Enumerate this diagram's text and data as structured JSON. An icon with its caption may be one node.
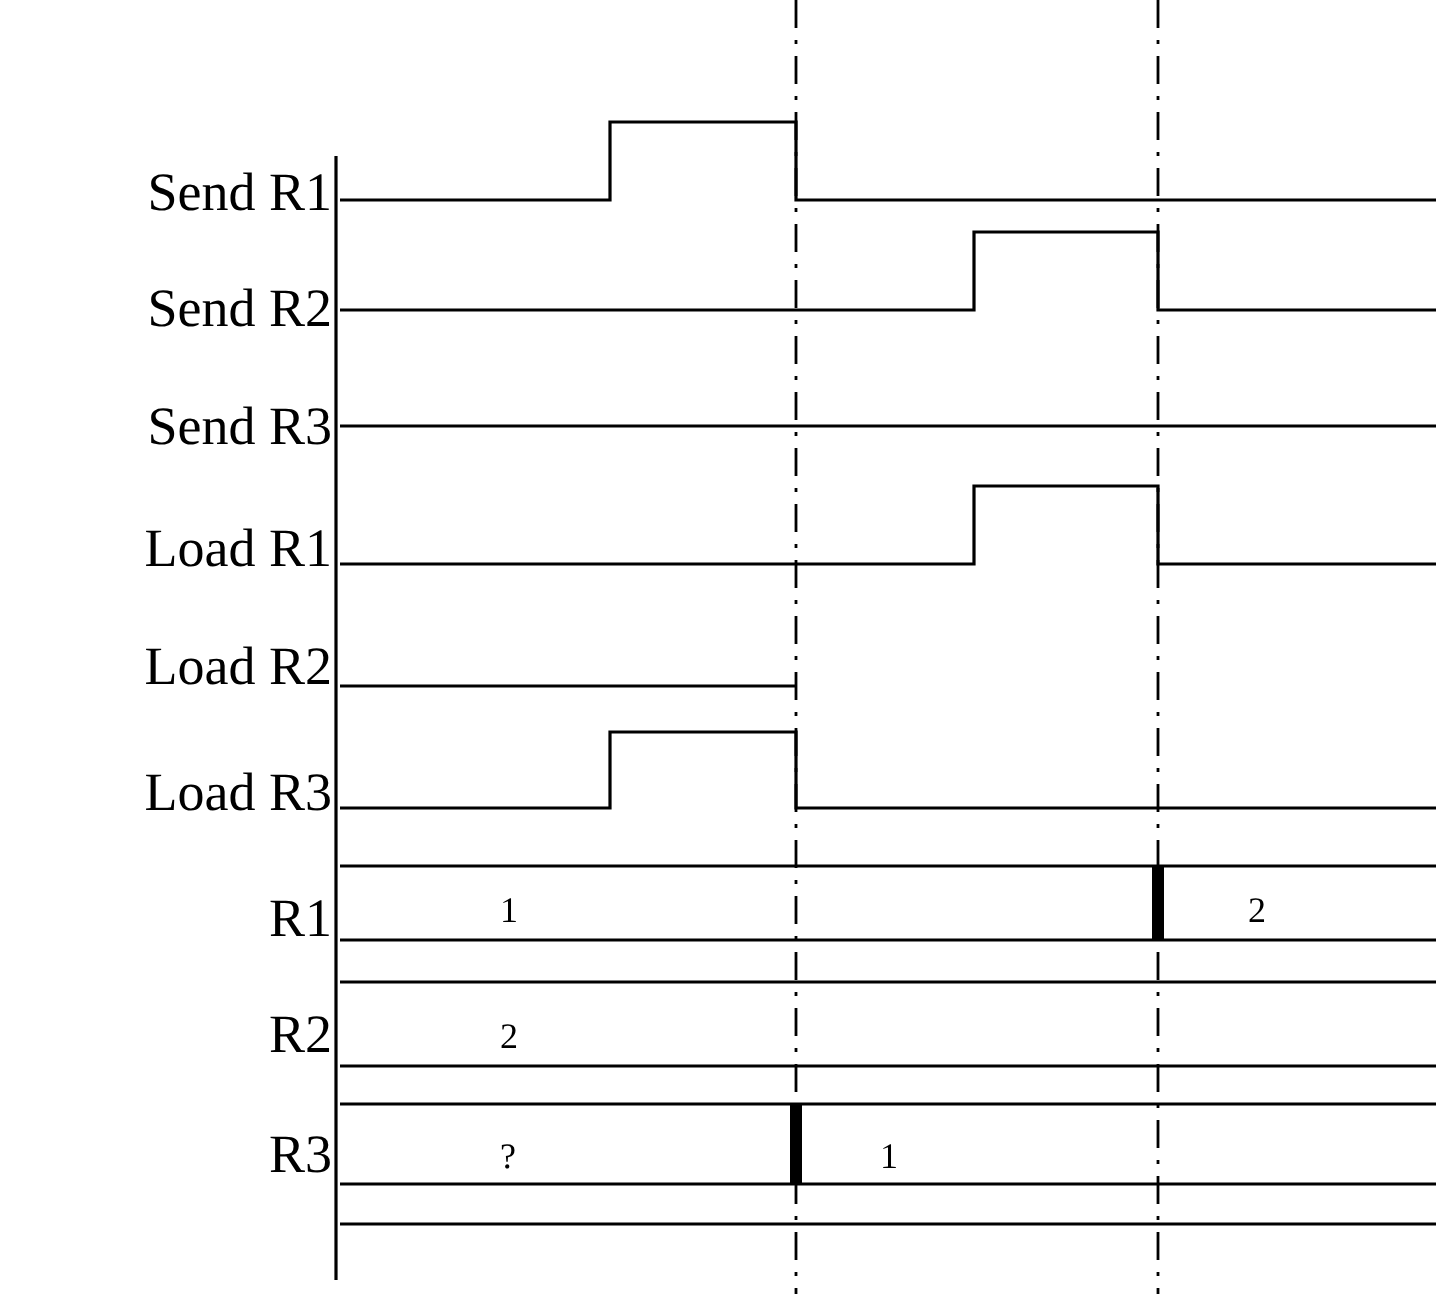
{
  "diagram": {
    "labels": [
      "Send R1",
      "Send R2",
      "Send R3",
      "Load R1",
      "Load R2",
      "Load R3",
      "R1",
      "1",
      "2",
      "R2",
      "2",
      "R3",
      "?",
      "1"
    ]
  }
}
